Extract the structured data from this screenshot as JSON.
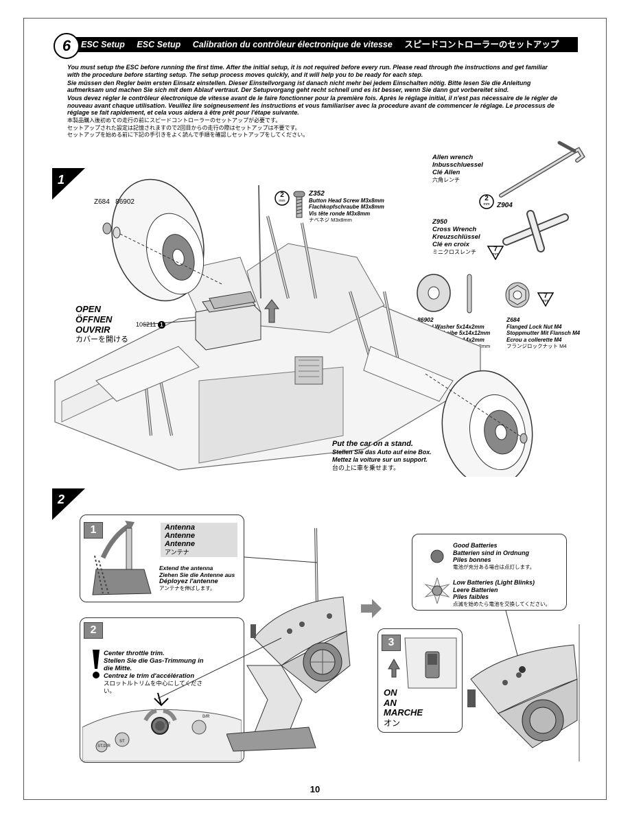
{
  "header": {
    "step_number": "6",
    "titles": [
      "ESC Setup",
      "ESC Setup",
      "Calibration du contrôleur électronique de vitesse",
      "スピードコントローラーのセットアップ"
    ]
  },
  "intro": {
    "en": "You must setup the ESC before running the first time.  After the initial setup, it is not required before every run. Please read through the instructions and get familiar with the procedure before starting setup.  The setup process moves quickly, and it will help you to be ready for each step.",
    "de": "Sie müssen den Regler beim ersten Einsatz einstellen. Dieser Einstellvorgang ist danach nicht mehr bei jedem Einschalten nötig. Bitte lesen Sie die Anleitung aufmerksam und machen Sie sich mit dem Ablauf vertraut. Der Setupvorgang geht recht schnell und es ist besser, wenn Sie dann gut vorbereitet sind.",
    "fr": "Vous devez régler le contrôleur électronique de vitesse avant de le faire fonctionner pour la première fois. Après le réglage initial, il n'est pas nécessaire de le régler de nouveau avant chaque utilisation. Veuillez lire soigneusement les instructions et vous familiariser avec la procedure avant de commencer le réglage. Le processus de réglage se fait rapidement, et cela vous aidera à être prêt pour l'étape suivante.",
    "ja1": "本製品購入後初めての走行の前にスピードコントローラーのセットアップが必要です。",
    "ja2": "セットアップされた設定は記憶されますので2回目からの走行の際はセットアップは不要です。",
    "ja3": "セットアップを始める前に下記の手引きをよく読んで手順を確認しセットアップをしてください。"
  },
  "step1": {
    "number": "1",
    "allen": {
      "l1": "Allen wrench",
      "l2": "Inbusschluessel",
      "l3": "Clé Allen",
      "l4": "六角レンチ",
      "code": "Z904",
      "size": "2",
      "unit": "mm"
    },
    "cross": {
      "code": "Z950",
      "l1": "Cross Wrench",
      "l2": "Kreuzschlüssel",
      "l3": "Clé en croix",
      "l4": "ミニクロスレンチ",
      "size": "7",
      "unit": "mm"
    },
    "screw": {
      "code": "Z352",
      "l1": "Button Head Screw M3x8mm",
      "l2": "Flachkopfschraube M3x8mm",
      "l3": "Vis tête ronde M3x8mm",
      "l4": "ナベネジ M3x8mm",
      "size": "2",
      "unit": "mm"
    },
    "washer": {
      "code": "86902",
      "l1": "Wheel Washer 5x14x2mm",
      "l2": "Felgen Scheibe 5x14x12mm",
      "l3": "Rondelle jante  5x14x2mm",
      "l4": "ホイールワッシャー 5x14x2mm"
    },
    "nut": {
      "code": "Z684",
      "l1": "Flanged Lock Nut M4",
      "l2": "Stoppmutter Mit Flansch M4",
      "l3": "Ecrou a collerette M4",
      "l4": "フランジロックナット M4",
      "size": "7",
      "unit": "mm"
    },
    "left_codes": {
      "a": "Z684",
      "b": "86902"
    },
    "part_ref": {
      "code": "106211",
      "num": "1"
    },
    "open": {
      "l1": "OPEN",
      "l2": "ÖFFNEN",
      "l3": "OUVRIR",
      "l4": "カバーを開ける"
    },
    "stand": {
      "l1": "Put the car on a stand.",
      "l2": "Stellen Sie das Auto auf eine Box.",
      "l3": "Mettez la voiture sur un support.",
      "l4": "台の上に車を乗せます。"
    }
  },
  "step2": {
    "number": "2",
    "sub1": {
      "num": "1",
      "ant1": "Antenna",
      "ant2": "Antenne",
      "ant3": "Antenne",
      "ant4": "アンテナ",
      "ext1": "Extend the antenna",
      "ext2": "Ziehen Sie die Antenne aus",
      "ext3": "Déployez l'antenne",
      "ext4": "アンテナを伸ばします。"
    },
    "sub2": {
      "num": "2",
      "t1": "Center throttle trim.",
      "t2": "Stellen  Sie  die  Gas-Trimmung in die Mitte.",
      "t3": "Centrez le trim d'accélération",
      "t4": "スロットルトリムを中心にしてください。",
      "knob1": "TH",
      "knob2": "ST",
      "knob3": "D/R",
      "knob4": "ST.D/R"
    },
    "sub3": {
      "num": "3",
      "l1": "ON",
      "l2": "AN",
      "l3": "MARCHE",
      "l4": "オン"
    },
    "batteries": {
      "good1": "Good Batteries",
      "good2": "Batterien sind in Ordnung",
      "good3": "Piles bonnes",
      "good4": "電池が充分ある場合は点灯します。",
      "low1": "Low Batteries (Light Blinks)",
      "low2": "Leere Batterien",
      "low3": "Piles faibles",
      "low4": "点滅を始めたら電池を交換してください。"
    }
  },
  "page_number": "10"
}
